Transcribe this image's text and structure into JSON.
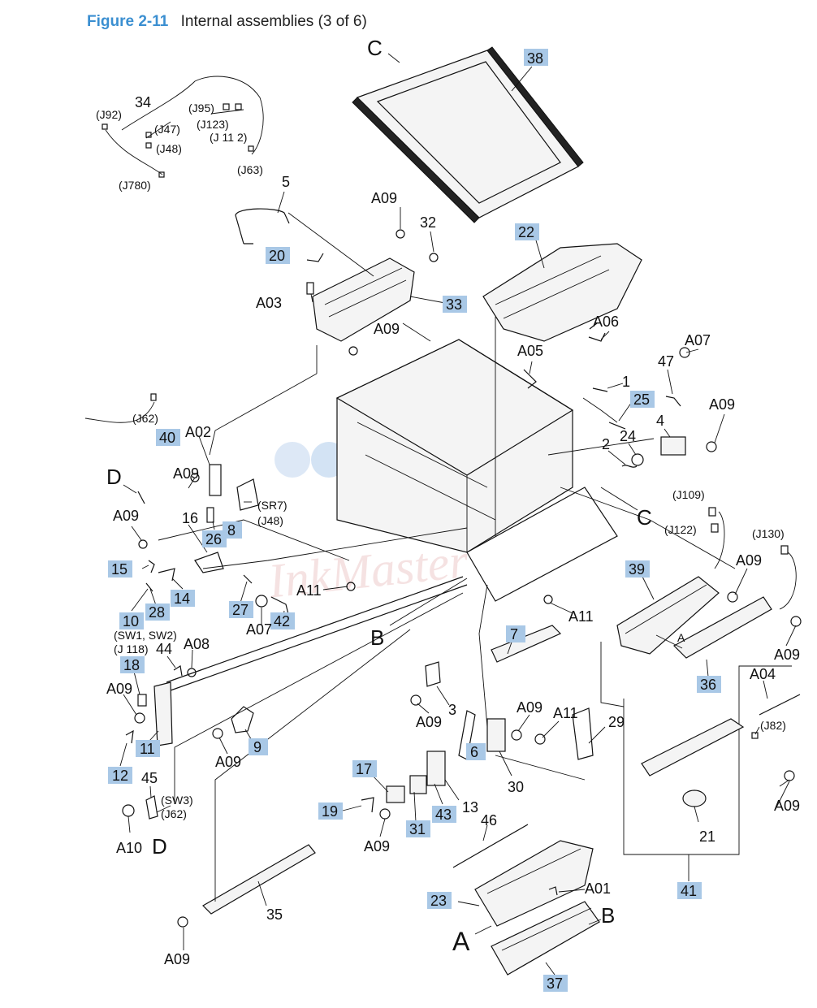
{
  "figure": {
    "number": "Figure 2-11",
    "caption": "Internal assemblies (3 of 6)"
  },
  "watermark": "InkMaster",
  "highlight_color": "#a9c8e6",
  "callouts": {
    "c_top": "C",
    "n38": "38",
    "n34": "34",
    "j92": "(J92)",
    "j95": "(J95)",
    "j47": "(J47)",
    "j123": "(J123)",
    "j112": "(J 11 2)",
    "j48a": "(J48)",
    "j63": "(J63)",
    "j780": "(J780)",
    "n5": "5",
    "a09_1": "A09",
    "n32": "32",
    "n22": "22",
    "n20": "20",
    "a03": "A03",
    "n33": "33",
    "a09_2": "A09",
    "a06": "A06",
    "a05": "A05",
    "a07_1": "A07",
    "n47": "47",
    "n1": "1",
    "n25": "25",
    "a09_3": "A09",
    "n4": "4",
    "n2": "2",
    "n24": "24",
    "j62a": "(J62)",
    "n40": "40",
    "a02": "A02",
    "d_top": "D",
    "a09_4": "A09",
    "n16": "16",
    "sr7": "(SR7)",
    "j48b": "(J48)",
    "n26": "26",
    "n8": "8",
    "a09_5": "A09",
    "c_mid": "C",
    "j109": "(J109)",
    "j122": "(J122)",
    "j130": "(J130)",
    "n15": "15",
    "n14": "14",
    "n28": "28",
    "n27": "27",
    "n42": "42",
    "a07_2": "A07",
    "a11_1": "A11",
    "n10": "10",
    "sw12": "(SW1, SW2)",
    "j118": "(J 118)",
    "n44": "44",
    "a08": "A08",
    "n18": "18",
    "b_mid": "B",
    "a11_2": "A11",
    "n7": "7",
    "n39": "39",
    "a09_6": "A09",
    "a_mid": "A",
    "n36": "36",
    "a09_7": "A09",
    "a09_8": "A09",
    "n11": "11",
    "n12": "12",
    "n9": "9",
    "a09_9": "A09",
    "n3": "3",
    "a09_10": "A09",
    "n6": "6",
    "a09_11": "A09",
    "a11_3": "A11",
    "n29": "29",
    "a04": "A04",
    "j82": "(J82)",
    "n17": "17",
    "n45": "45",
    "sw3": "(SW3)",
    "j62b": "(J62)",
    "n19": "19",
    "n31": "31",
    "n43": "43",
    "n13": "13",
    "n30": "30",
    "a09_12": "A09",
    "n21": "21",
    "a10": "A10",
    "d_bot": "D",
    "a09_13": "A09",
    "n46": "46",
    "n35": "35",
    "n23": "23",
    "a01": "A01",
    "b_bot": "B",
    "a_big": "A",
    "n41": "41",
    "a09_14": "A09",
    "n37": "37"
  }
}
